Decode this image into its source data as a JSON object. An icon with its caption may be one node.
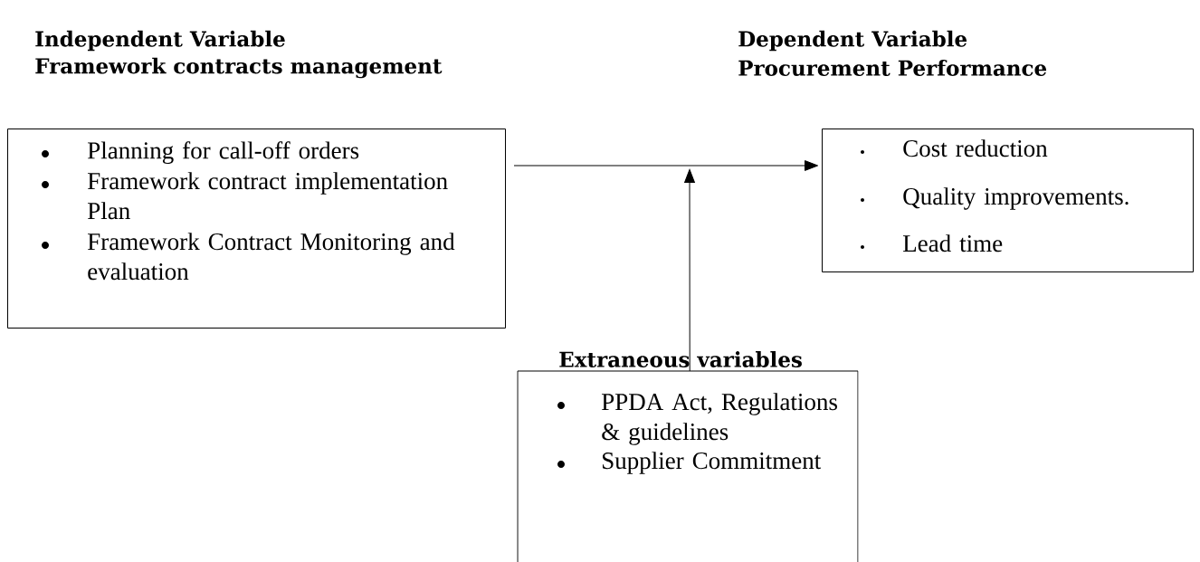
{
  "diagram": {
    "nodes": [
      {
        "text": [
          "Independent Variable",
          "Framework contracts management",
          "Planning for call-off orders",
          "Framework contract implementation Plan",
          "Framework Contract Monitoring and evaluation"
        ]
      },
      {
        "text": [
          "Dependent Variable",
          "Procurement Performance",
          "Cost reduction",
          "Quality improvements.",
          "Lead time"
        ]
      },
      {
        "text": [
          "Extraneous variables",
          "PPDA Act, Regulations & guidelines",
          "Supplier Commitment"
        ]
      }
    ],
    "edges": [
      {
        "from": 0,
        "to": 1,
        "arrow": "to"
      },
      {
        "from": 2,
        "to": null,
        "arrow": "to"
      }
    ]
  }
}
